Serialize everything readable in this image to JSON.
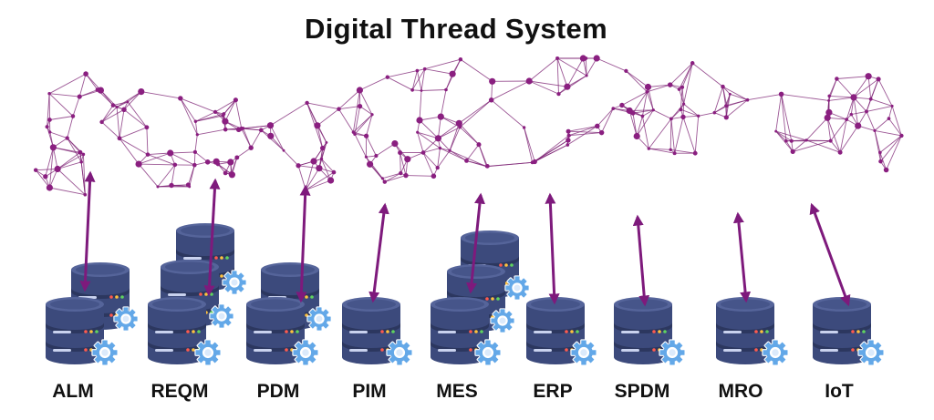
{
  "title": "Digital Thread System",
  "colors": {
    "network": "#7b1f72",
    "node": "#8a1f80",
    "arrow": "#7e1a7c",
    "db_body": "#3c4a7c",
    "db_top": "#55649a",
    "db_band": "#2c375f",
    "gear": "#63a8e8",
    "gear_hub": "#ffffff",
    "label": "#111111"
  },
  "systems": [
    {
      "name": "ALM",
      "icon": "database-stack-2-icon"
    },
    {
      "name": "REQM",
      "icon": "database-stack-3-icon"
    },
    {
      "name": "PDM",
      "icon": "database-stack-2-icon"
    },
    {
      "name": "PIM",
      "icon": "database-icon"
    },
    {
      "name": "MES",
      "icon": "database-stack-3-icon"
    },
    {
      "name": "ERP",
      "icon": "database-icon"
    },
    {
      "name": "SPDM",
      "icon": "database-icon"
    },
    {
      "name": "MRO",
      "icon": "database-icon"
    },
    {
      "name": "IoT",
      "icon": "database-icon"
    }
  ]
}
